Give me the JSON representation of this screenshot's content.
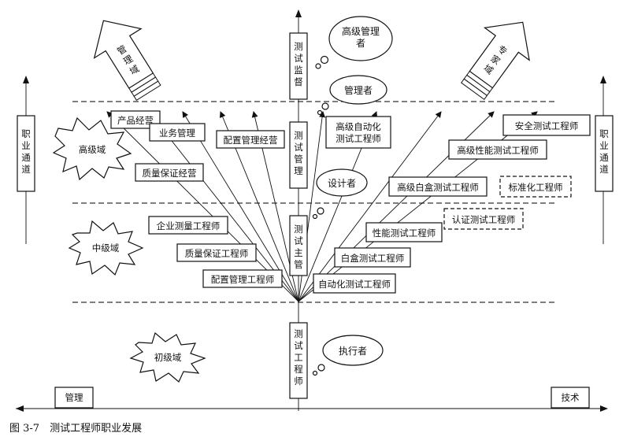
{
  "caption": "图 3-7　测试工程师职业发展",
  "regions": {
    "junior": "初级域",
    "middle": "中级域",
    "senior": "高级域",
    "management_domain": "管理域",
    "expert_domain": "专家域"
  },
  "axis": {
    "left_end": "管理",
    "right_end": "技术",
    "career_channel": "职业通道"
  },
  "center_column": [
    "测试工程师",
    "测试主管",
    "测试管理",
    "测试监督"
  ],
  "bubbles": {
    "executor": "执行者",
    "designer": "设计者",
    "manager": "管理者",
    "senior_manager": "高级管理者"
  },
  "management_roles": {
    "config_mgmt_engineer": "配置管理工程师",
    "qa_engineer": "质量保证工程师",
    "enterprise_measure_engineer": "企业测量工程师",
    "qa_operation": "质量保证经营",
    "config_mgmt_operation": "配置管理经营",
    "business_mgmt": "业务管理",
    "product_operation": "产品经营"
  },
  "technical_roles": {
    "automation_test_engineer": "自动化测试工程师",
    "whitebox_test_engineer": "白盒测试工程师",
    "performance_test_engineer": "性能测试工程师",
    "cert_test_engineer": "认证测试工程师",
    "senior_whitebox_test_engineer": "高级白盒测试工程师",
    "standardization_engineer": "标准化工程师",
    "senior_auto_test_engineer": "高级自动化测试工程师",
    "senior_perf_test_engineer": "高级性能测试工程师",
    "security_test_engineer": "安全测试工程师"
  }
}
